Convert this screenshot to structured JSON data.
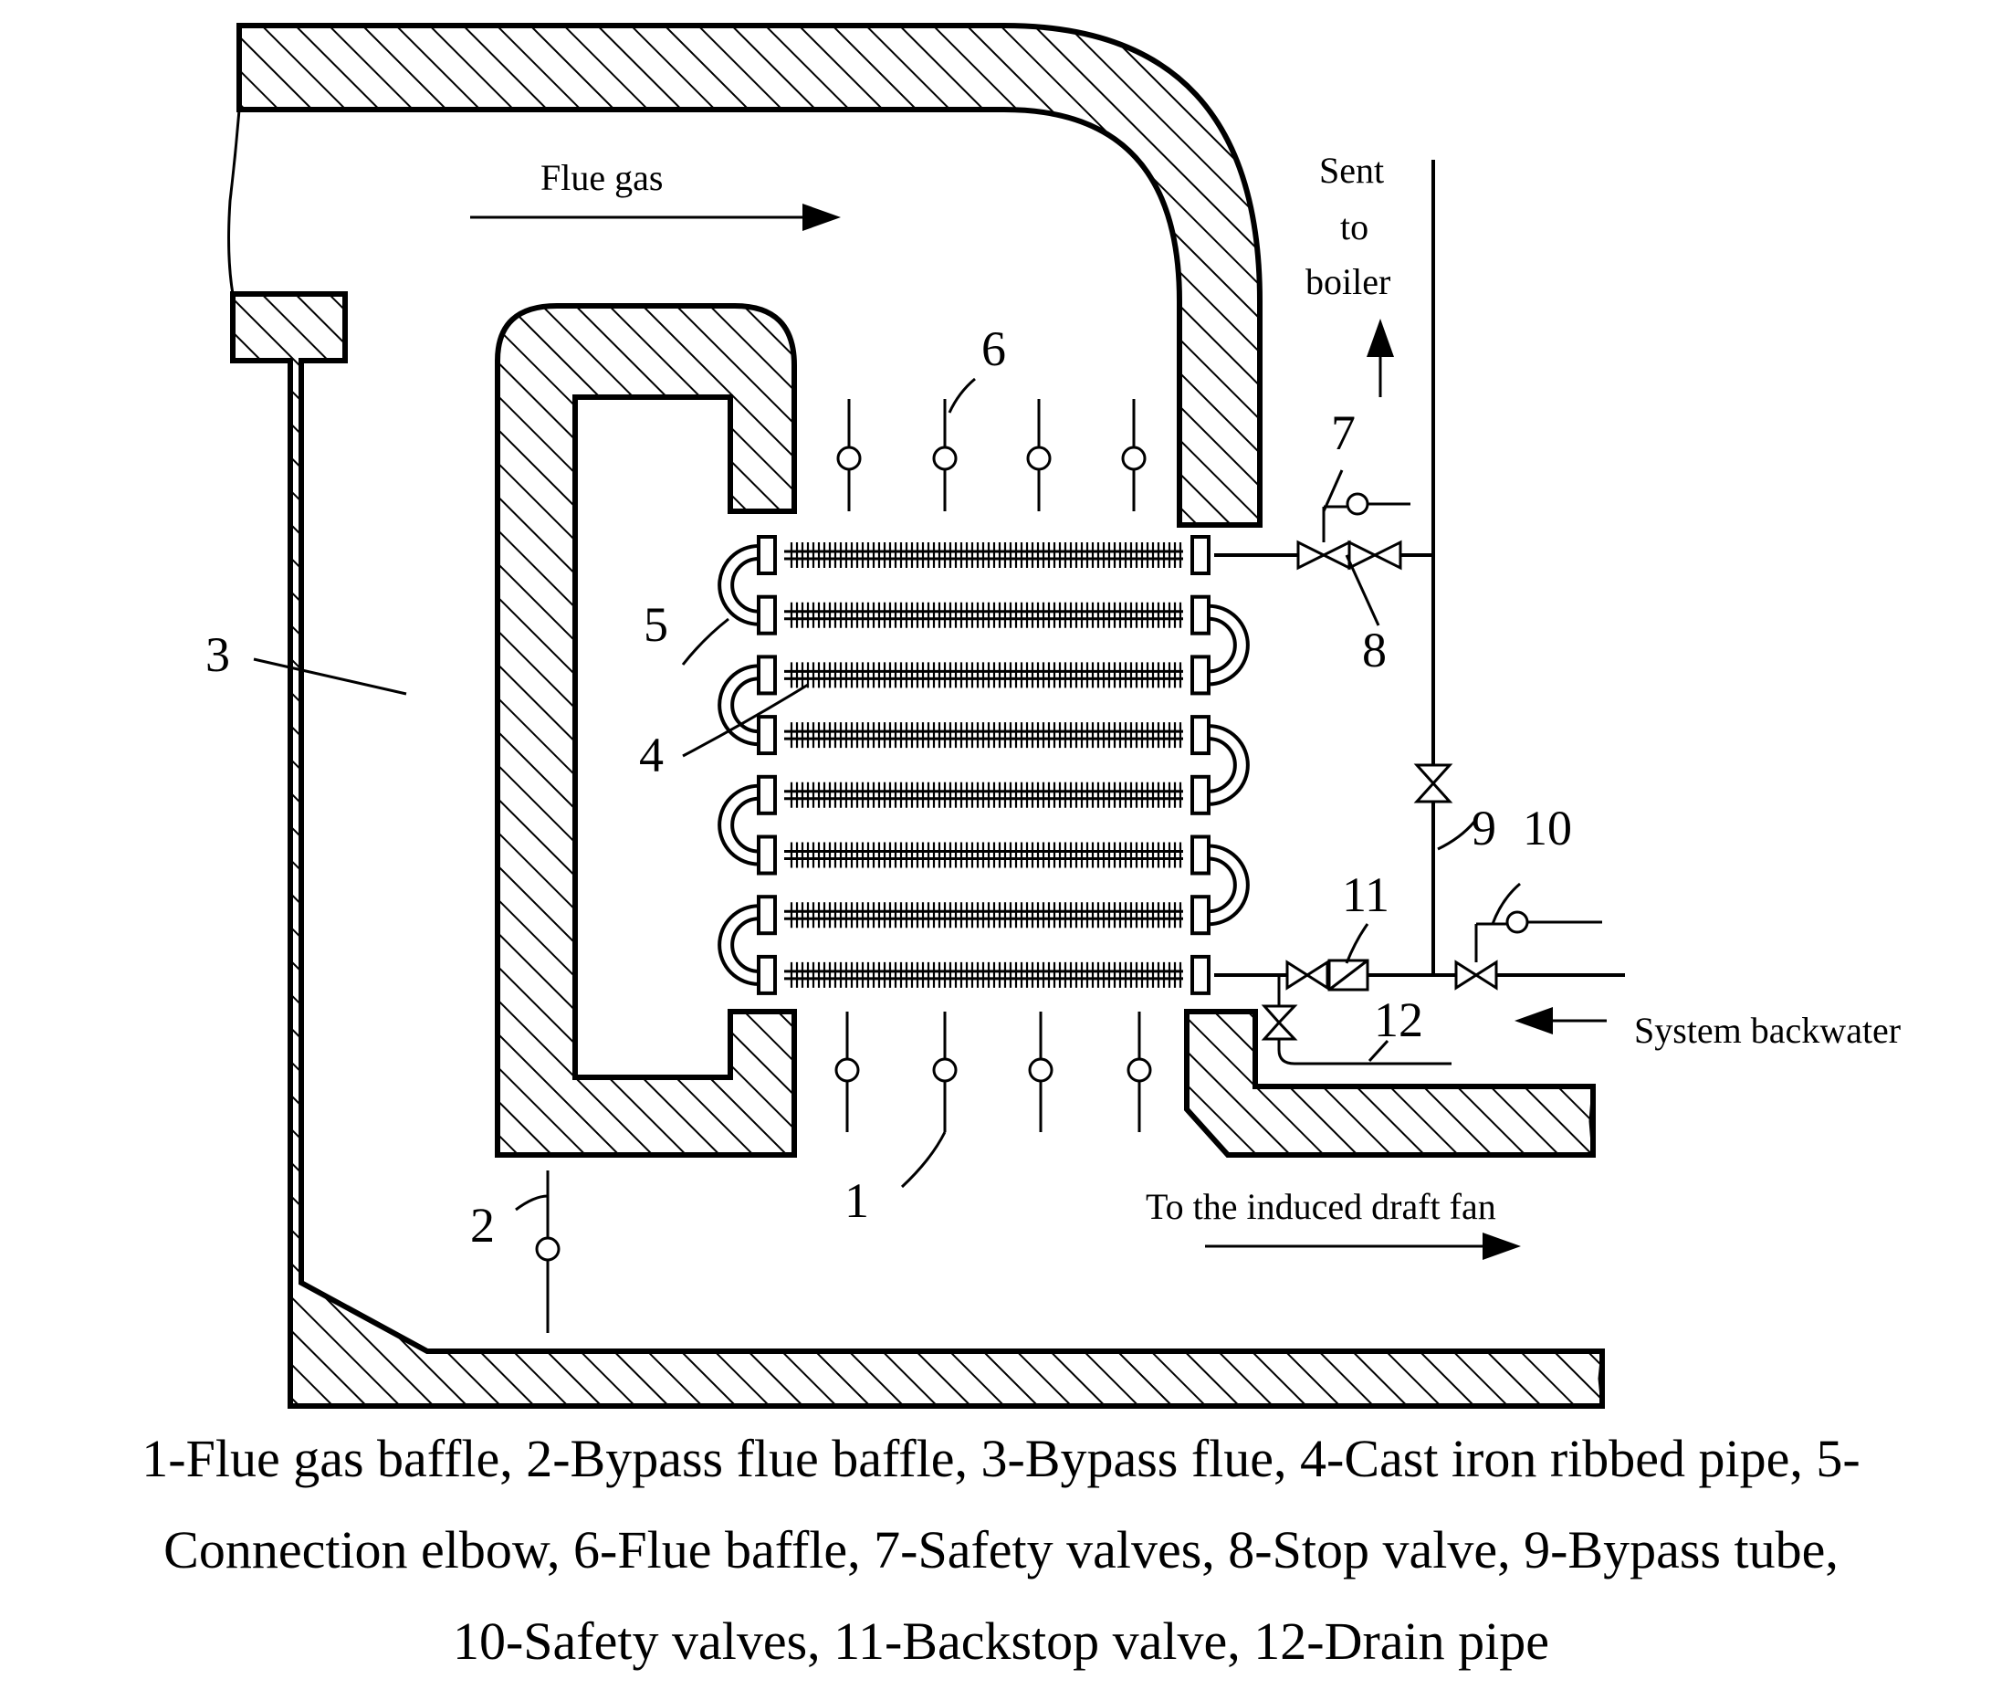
{
  "diagram": {
    "labels": {
      "flue_gas": "Flue gas",
      "sent_to_boiler": [
        "Sent",
        "to",
        "boiler"
      ],
      "to_induced_draft_fan": "To the induced draft fan",
      "system_backwater": "System backwater"
    },
    "numbers": {
      "n1": "1",
      "n2": "2",
      "n3": "3",
      "n4": "4",
      "n5": "5",
      "n6": "6",
      "n7": "7",
      "n8": "8",
      "n9": "9",
      "n10": "10",
      "n11": "11",
      "n12": "12"
    },
    "pipe_rows": 8
  },
  "caption": {
    "line1": "1-Flue gas baffle, 2-Bypass flue baffle, 3-Bypass flue, 4-Cast iron ribbed pipe, 5-",
    "line2": "Connection elbow, 6-Flue baffle,  7-Safety valves, 8-Stop valve, 9-Bypass tube,",
    "line3": "10-Safety valves, 11-Backstop valve, 12-Drain pipe"
  }
}
